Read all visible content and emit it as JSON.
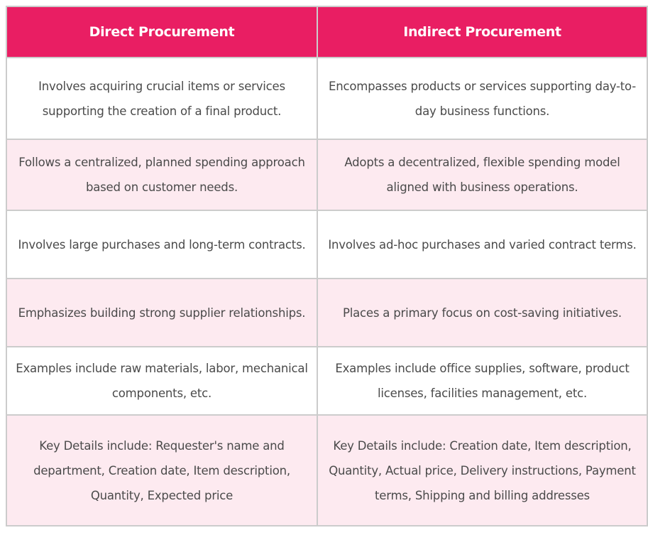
{
  "table": {
    "colors": {
      "header_bg": "#e91e63",
      "header_text": "#ffffff",
      "row_alt_bg": "#fdeaf0",
      "row_bg": "#ffffff",
      "border": "#cccccc",
      "body_text": "#4a4a4a"
    },
    "headers": [
      "Direct Procurement",
      "Indirect Procurement"
    ],
    "rows": [
      [
        "Involves acquiring crucial items or services supporting the creation of a final product.",
        "Encompasses products or services supporting day-to-day business functions."
      ],
      [
        "Follows a centralized, planned spending approach based on customer needs.",
        "Adopts a decentralized, flexible spending model aligned with business operations."
      ],
      [
        "Involves large purchases and long-term contracts.",
        "Involves ad-hoc purchases and varied contract terms."
      ],
      [
        "Emphasizes building strong supplier relationships.",
        "Places a primary focus on cost-saving initiatives."
      ],
      [
        "Examples include raw materials, labor, mechanical components, etc.",
        "Examples include office supplies, software, product licenses, facilities management, etc."
      ],
      [
        "Key Details include: Requester's name and department, Creation date, Item description, Quantity, Expected price",
        "Key Details include: Creation date, Item description, Quantity, Actual price, Delivery instructions, Payment terms, Shipping and billing addresses"
      ]
    ]
  }
}
